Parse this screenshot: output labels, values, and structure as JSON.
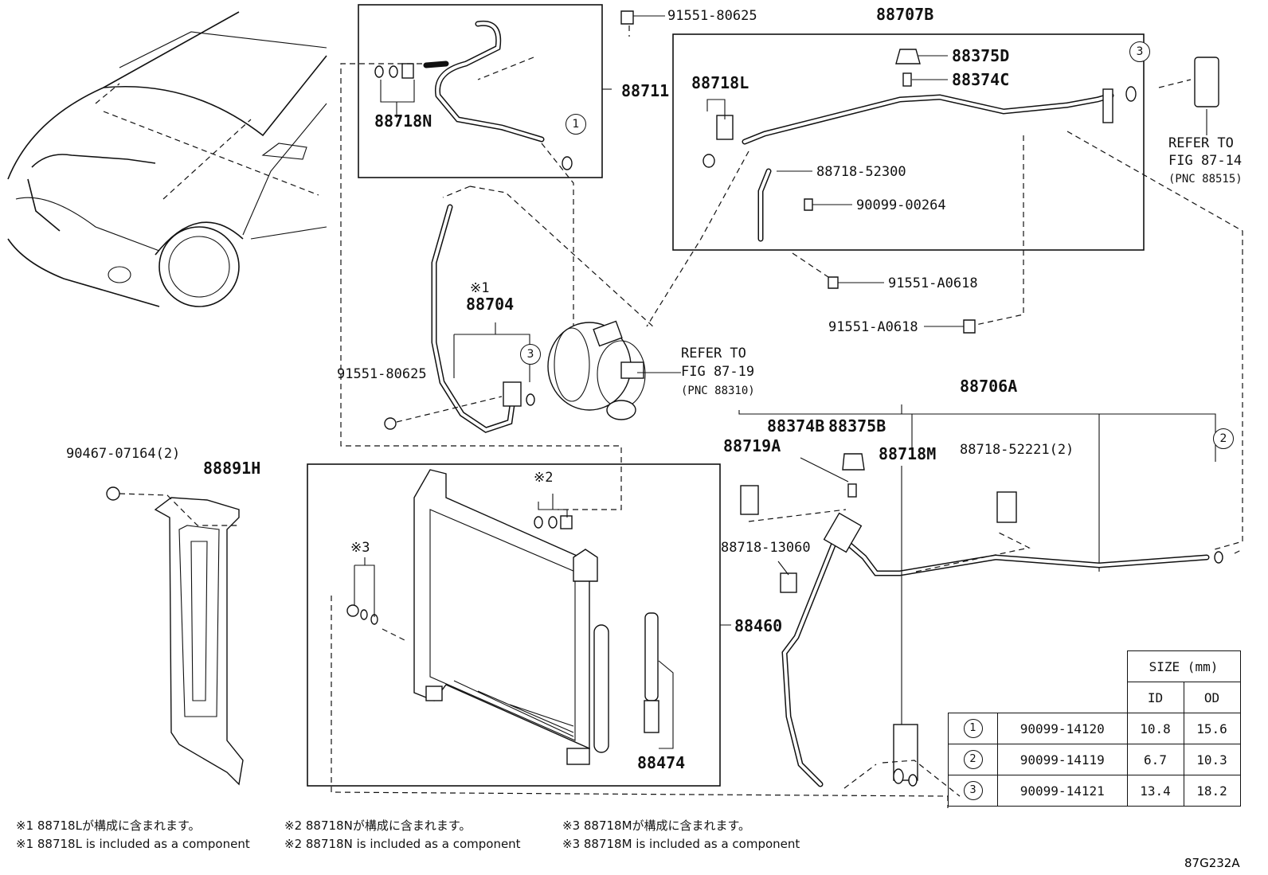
{
  "labels": {
    "p88711": "88711",
    "p91551_80625_top": "91551-80625",
    "p88718N": "88718N",
    "p88707B": "88707B",
    "p88375D": "88375D",
    "p88374C": "88374C",
    "p88718L": "88718L",
    "p88718_52300": "88718-52300",
    "p90099_00264": "90099-00264",
    "p91551_A0618_a": "91551-A0618",
    "p91551_A0618_b": "91551-A0618",
    "p88704": "88704",
    "mark1": "※1",
    "p91551_80625_mid": "91551-80625",
    "refer1_a": "REFER TO",
    "refer1_b": "FIG 87-19",
    "refer1_c": "(PNC 88310)",
    "refer2_a": "REFER TO",
    "refer2_b": "FIG 87-14",
    "refer2_c": "(PNC 88515)",
    "p88706A": "88706A",
    "p88374B": "88374B",
    "p88375B": "88375B",
    "p88719A": "88719A",
    "p88718M": "88718M",
    "p88718_52221": "88718-52221(2)",
    "p88718_13060": "88718-13060",
    "p90467": "90467-07164(2)",
    "p88891H": "88891H",
    "mark2": "※2",
    "mark3": "※3",
    "p88460": "88460",
    "p88474": "88474"
  },
  "circles": {
    "c1": "1",
    "c2": "2",
    "c3": "3"
  },
  "notes": {
    "n1_jp": "※1 88718Lが構成に含まれます。",
    "n1_en": "※1 88718L is included as a component",
    "n2_jp": "※2 88718Nが構成に含まれます。",
    "n2_en": "※2 88718N is included as a component",
    "n3_jp": "※3 88718Mが構成に含まれます。",
    "n3_en": "※3 88718M is included as a component"
  },
  "size_table": {
    "header": "SIZE (mm)",
    "col_id": "ID",
    "col_od": "OD",
    "rows": [
      {
        "mark": "1",
        "part": "90099-14120",
        "id": "10.8",
        "od": "15.6"
      },
      {
        "mark": "2",
        "part": "90099-14119",
        "id": "6.7",
        "od": "10.3"
      },
      {
        "mark": "3",
        "part": "90099-14121",
        "id": "13.4",
        "od": "18.2"
      }
    ]
  },
  "figure_code": "87G232A"
}
